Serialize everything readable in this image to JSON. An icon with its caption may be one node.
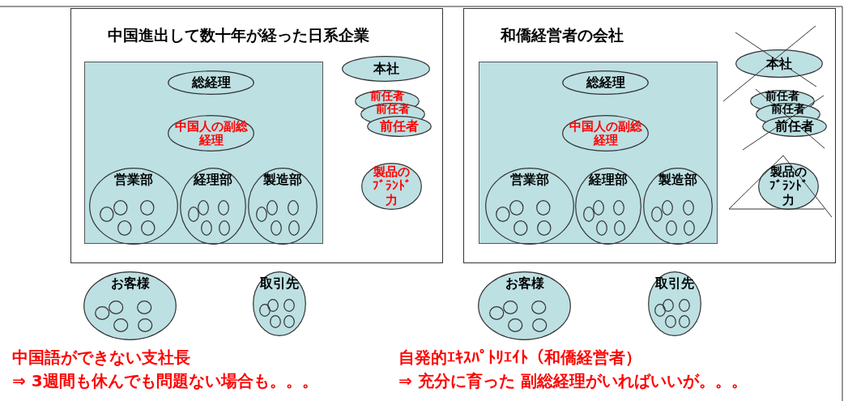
{
  "diagram": {
    "nodes": [
      {
        "text": [
          "中国進出して数十年が経った日系企業"
        ]
      },
      {
        "text": [],
        "shape": "box",
        "in": 0
      },
      {
        "text": [
          "総経理"
        ],
        "in": 1
      },
      {
        "text": [
          "中国人の副総経理"
        ],
        "in": 1
      },
      {
        "text": [
          "営業部"
        ],
        "in": 1
      },
      {
        "text": [],
        "shape": "circle",
        "in": 4
      },
      {
        "text": [],
        "shape": "circle",
        "in": 4
      },
      {
        "text": [],
        "shape": "circle",
        "in": 4
      },
      {
        "text": [],
        "shape": "circle",
        "in": 4
      },
      {
        "text": [],
        "shape": "circle",
        "in": 4
      },
      {
        "text": [
          "経理部"
        ],
        "in": 1
      },
      {
        "text": [],
        "shape": "circle",
        "in": 10
      },
      {
        "text": [],
        "shape": "circle",
        "in": 10
      },
      {
        "text": [],
        "shape": "circle",
        "in": 10
      },
      {
        "text": [],
        "shape": "circle",
        "in": 10
      },
      {
        "text": [],
        "shape": "circle",
        "in": 10
      },
      {
        "text": [
          "製造部"
        ],
        "in": 1
      },
      {
        "text": [],
        "shape": "circle",
        "in": 16
      },
      {
        "text": [],
        "shape": "circle",
        "in": 16
      },
      {
        "text": [],
        "shape": "circle",
        "in": 16
      },
      {
        "text": [],
        "shape": "circle",
        "in": 16
      },
      {
        "text": [],
        "shape": "circle",
        "in": 16
      },
      {
        "text": [
          "本社"
        ],
        "in": 0
      },
      {
        "text": [
          "前任者"
        ],
        "in": 0
      },
      {
        "text": [
          "前任者"
        ],
        "in": 0
      },
      {
        "text": [
          "前任者"
        ],
        "in": 0
      },
      {
        "text": [
          "製品のﾌﾞﾗﾝﾄﾞ力"
        ],
        "in": 0
      },
      {
        "text": [
          "和僑経営者の会社"
        ]
      },
      {
        "text": [],
        "shape": "box",
        "in": 27
      },
      {
        "text": [
          "総経理"
        ],
        "in": 28
      },
      {
        "text": [
          "中国人の副総経理"
        ],
        "in": 28
      },
      {
        "text": [
          "営業部"
        ],
        "in": 28
      },
      {
        "text": [],
        "shape": "circle",
        "in": 31
      },
      {
        "text": [],
        "shape": "circle",
        "in": 31
      },
      {
        "text": [],
        "shape": "circle",
        "in": 31
      },
      {
        "text": [],
        "shape": "circle",
        "in": 31
      },
      {
        "text": [],
        "shape": "circle",
        "in": 31
      },
      {
        "text": [
          "経理部"
        ],
        "in": 28
      },
      {
        "text": [],
        "shape": "circle",
        "in": 37
      },
      {
        "text": [],
        "shape": "circle",
        "in": 37
      },
      {
        "text": [],
        "shape": "circle",
        "in": 37
      },
      {
        "text": [],
        "shape": "circle",
        "in": 37
      },
      {
        "text": [],
        "shape": "circle",
        "in": 37
      },
      {
        "text": [
          "製造部"
        ],
        "in": 28
      },
      {
        "text": [],
        "shape": "circle",
        "in": 43
      },
      {
        "text": [],
        "shape": "circle",
        "in": 43
      },
      {
        "text": [],
        "shape": "circle",
        "in": 43
      },
      {
        "text": [],
        "shape": "circle",
        "in": 43
      },
      {
        "text": [],
        "shape": "circle",
        "in": 43
      },
      {
        "text": [
          "本社"
        ],
        "in": 27
      },
      {
        "text": [
          "前任者"
        ],
        "in": 27
      },
      {
        "text": [
          "前任者"
        ],
        "in": 27
      },
      {
        "text": [
          "前任者"
        ],
        "in": 27
      },
      {
        "text": [
          "製品のﾌﾞﾗﾝﾄﾞ力"
        ],
        "in": 27
      },
      {
        "text": [
          "お客様"
        ]
      },
      {
        "text": [],
        "shape": "circle",
        "in": 54
      },
      {
        "text": [],
        "shape": "circle",
        "in": 54
      },
      {
        "text": [],
        "shape": "circle",
        "in": 54
      },
      {
        "text": [],
        "shape": "circle",
        "in": 54
      },
      {
        "text": [],
        "shape": "circle",
        "in": 54
      },
      {
        "text": [
          "取引先"
        ]
      },
      {
        "text": [],
        "shape": "circle",
        "in": 60
      },
      {
        "text": [],
        "shape": "circle",
        "in": 60
      },
      {
        "text": [],
        "shape": "circle",
        "in": 60
      },
      {
        "text": [],
        "shape": "circle",
        "in": 60
      },
      {
        "text": [],
        "shape": "circle",
        "in": 60
      },
      {
        "text": [
          "お客様"
        ]
      },
      {
        "text": [],
        "shape": "circle",
        "in": 66
      },
      {
        "text": [],
        "shape": "circle",
        "in": 66
      },
      {
        "text": [],
        "shape": "circle",
        "in": 66
      },
      {
        "text": [],
        "shape": "circle",
        "in": 66
      },
      {
        "text": [],
        "shape": "circle",
        "in": 66
      },
      {
        "text": [
          "取引先"
        ]
      },
      {
        "text": [],
        "shape": "circle",
        "in": 72
      },
      {
        "text": [],
        "shape": "circle",
        "in": 72
      },
      {
        "text": [],
        "shape": "circle",
        "in": 72
      },
      {
        "text": [],
        "shape": "circle",
        "in": 72
      },
      {
        "text": [],
        "shape": "circle",
        "in": 72
      }
    ],
    "labels": [
      "中国語ができない支社長",
      "自発的ｴｷｽﾊﾟﾄﾘｴｲﾄ（和僑経営者）",
      "⇒ 3週間も休んでも問題ない場合も。。。",
      "⇒ 充分に育った 副総経理がいればいいが。。。"
    ]
  }
}
